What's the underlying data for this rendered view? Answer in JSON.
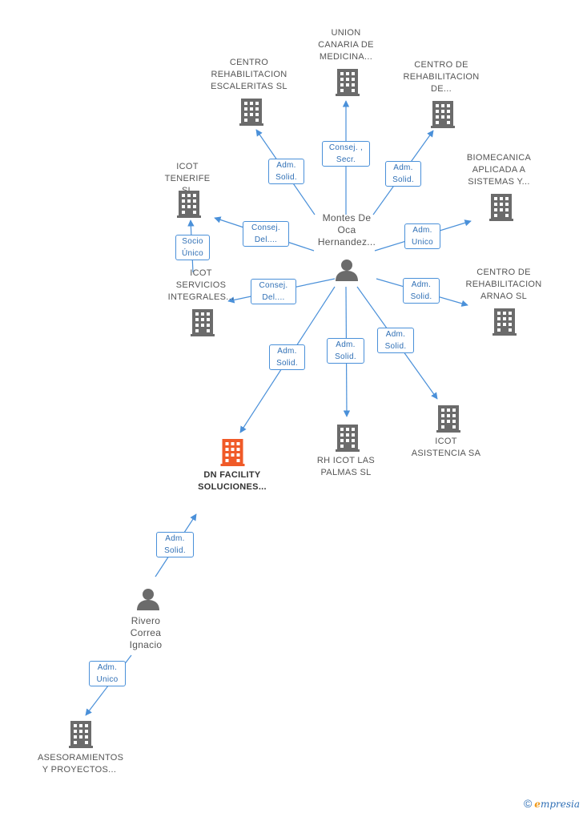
{
  "center_person": {
    "label": "Montes De Oca Hernandez..."
  },
  "second_person": {
    "label": "Rivero Correa Ignacio"
  },
  "companies": {
    "union_canaria": "UNION CANARIA DE MEDICINA...",
    "escaleritas": "CENTRO REHABILITACION ESCALERITAS SL",
    "centro_rehab": "CENTRO DE REHABILITACION DE...",
    "biomecanica": "BIOMECANICA APLICADA A SISTEMAS Y...",
    "icot_tenerife": "ICOT TENERIFE SL",
    "icot_servicios": "ICOT SERVICIOS INTEGRALES...",
    "arnao": "CENTRO DE REHABILITACION ARNAO SL",
    "dn_facility": "DN FACILITY SOLUCIONES...",
    "rh_icot": "RH ICOT LAS PALMAS SL",
    "icot_asistencia": "ICOT ASISTENCIA SA",
    "asesoramientos": "ASESORAMIENTOS Y PROYECTOS..."
  },
  "relations": {
    "escaleritas": "Adm. Solid.",
    "union_canaria": "Consej. , Secr.",
    "centro_rehab": "Adm. Solid.",
    "biomecanica": "Adm. Unico",
    "icot_tenerife": "Consej. Del....",
    "tenerife_servicios": "Socio Único",
    "icot_servicios": "Consej. Del....",
    "arnao": "Adm. Solid.",
    "dn_facility": "Adm. Solid.",
    "rh_icot": "Adm. Solid.",
    "icot_asistencia": "Adm. Solid.",
    "rivero_dn": "Adm. Solid.",
    "rivero_asesoramientos": "Adm. Unico"
  },
  "footer": {
    "copyright": "©",
    "brand_initial": "e",
    "brand_rest": "mpresia"
  },
  "colors": {
    "edge": "#4a90d9",
    "badge_border": "#4a90d9",
    "badge_text": "#2f6fb5",
    "icon": "#6b6b6b",
    "focus_icon": "#f05a28",
    "label": "#555555"
  },
  "icons": {
    "company": "building-icon",
    "person": "person-icon"
  }
}
